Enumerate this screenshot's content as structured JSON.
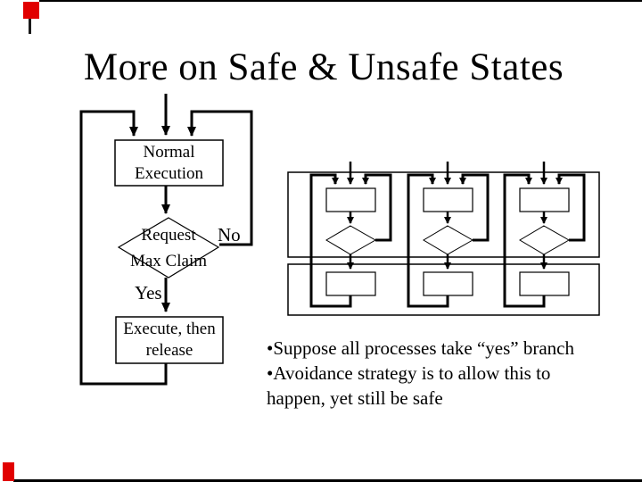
{
  "slide": {
    "title": "More on Safe & Unsafe States",
    "bullets": [
      "•Suppose all processes take “yes” branch",
      "•Avoidance strategy is to allow this to",
      "happen, yet still be safe"
    ]
  },
  "flowchart": {
    "normal_box": {
      "line1": "Normal",
      "line2": "Execution"
    },
    "decision": {
      "line1": "Request",
      "line2": "Max Claim"
    },
    "no_label": "No",
    "yes_label": "Yes",
    "execute_box": {
      "line1": "Execute, then",
      "line2": "release"
    }
  },
  "colors": {
    "ink": "#000000",
    "background": "#ffffff",
    "corner_marker_red": "#e10000"
  }
}
